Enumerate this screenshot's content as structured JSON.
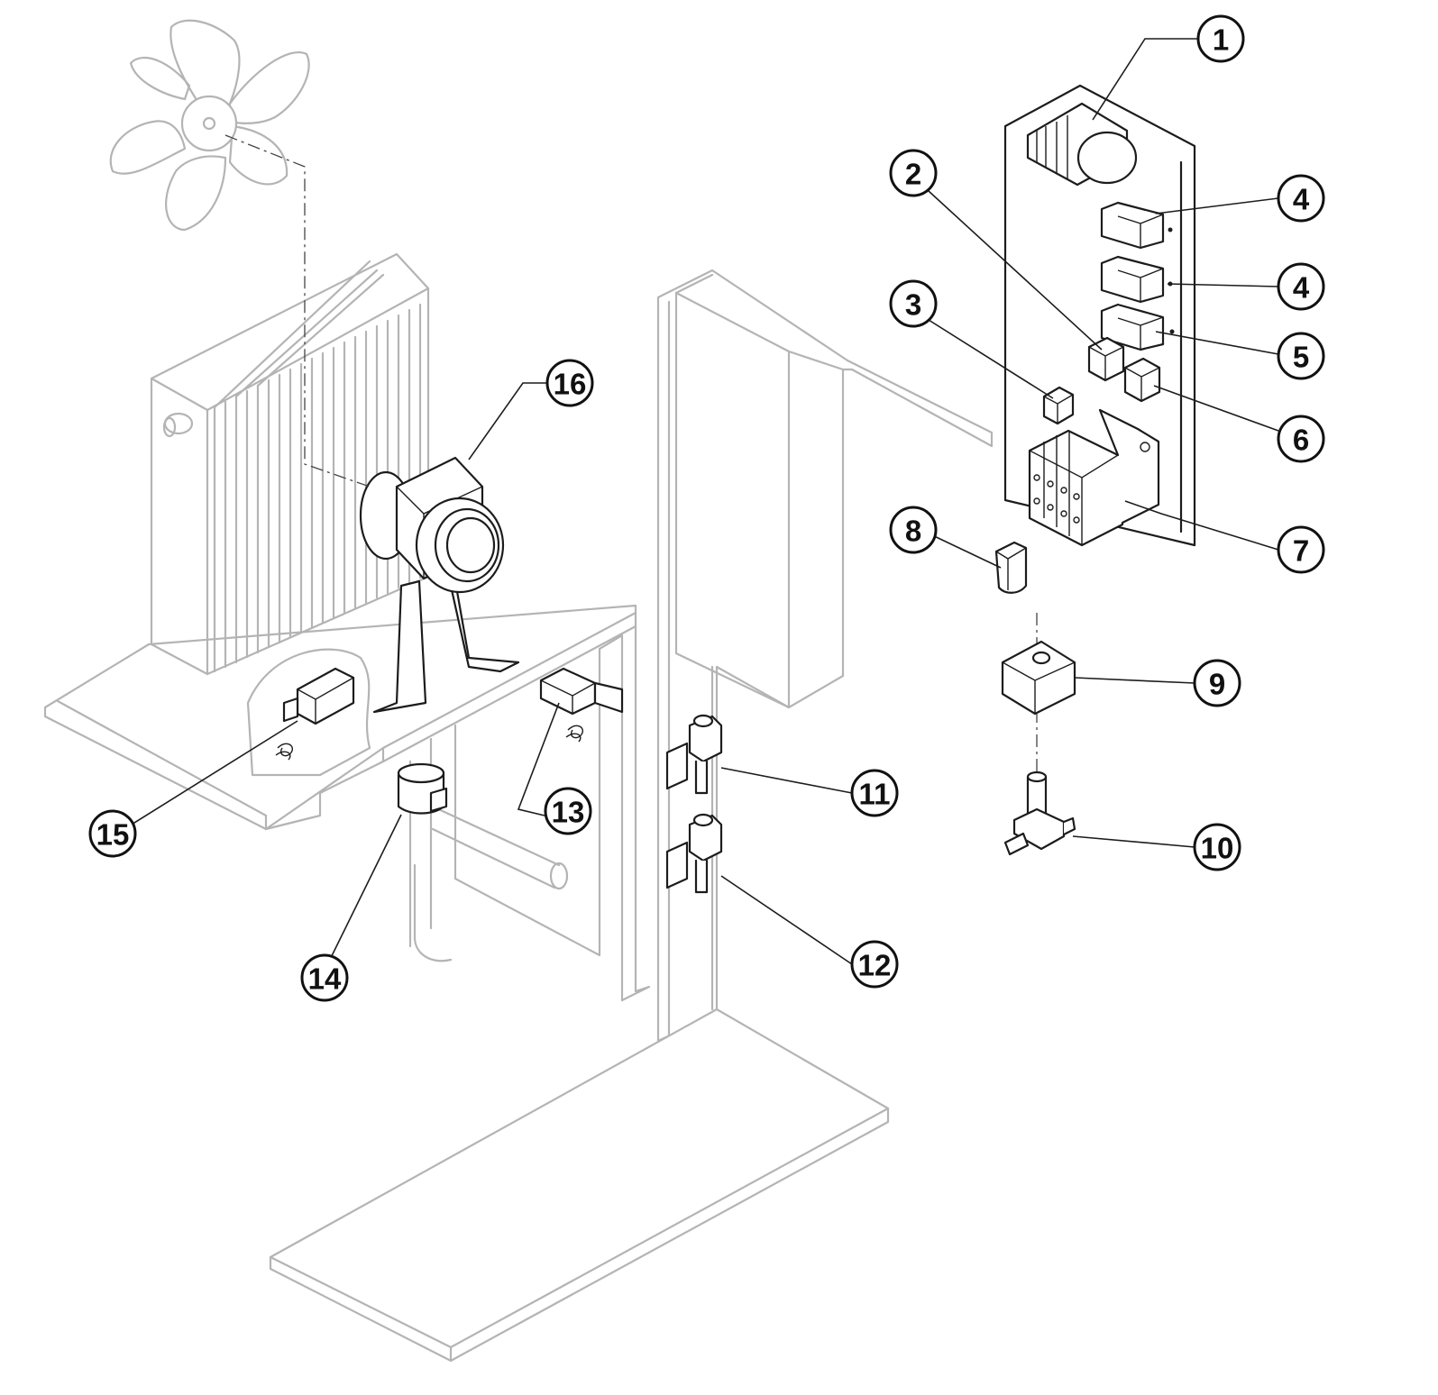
{
  "callouts": [
    {
      "id": "1",
      "label": "1"
    },
    {
      "id": "2",
      "label": "2"
    },
    {
      "id": "3",
      "label": "3"
    },
    {
      "id": "4a",
      "label": "4"
    },
    {
      "id": "4b",
      "label": "4"
    },
    {
      "id": "5",
      "label": "5"
    },
    {
      "id": "6",
      "label": "6"
    },
    {
      "id": "7",
      "label": "7"
    },
    {
      "id": "8",
      "label": "8"
    },
    {
      "id": "9",
      "label": "9"
    },
    {
      "id": "10",
      "label": "10"
    },
    {
      "id": "11",
      "label": "11"
    },
    {
      "id": "12",
      "label": "12"
    },
    {
      "id": "13",
      "label": "13"
    },
    {
      "id": "14",
      "label": "14"
    },
    {
      "id": "15",
      "label": "15"
    },
    {
      "id": "16",
      "label": "16"
    }
  ],
  "colors": {
    "part_line": "#1c1c1c",
    "frame_line": "#b4b4b4",
    "background": "#ffffff"
  }
}
